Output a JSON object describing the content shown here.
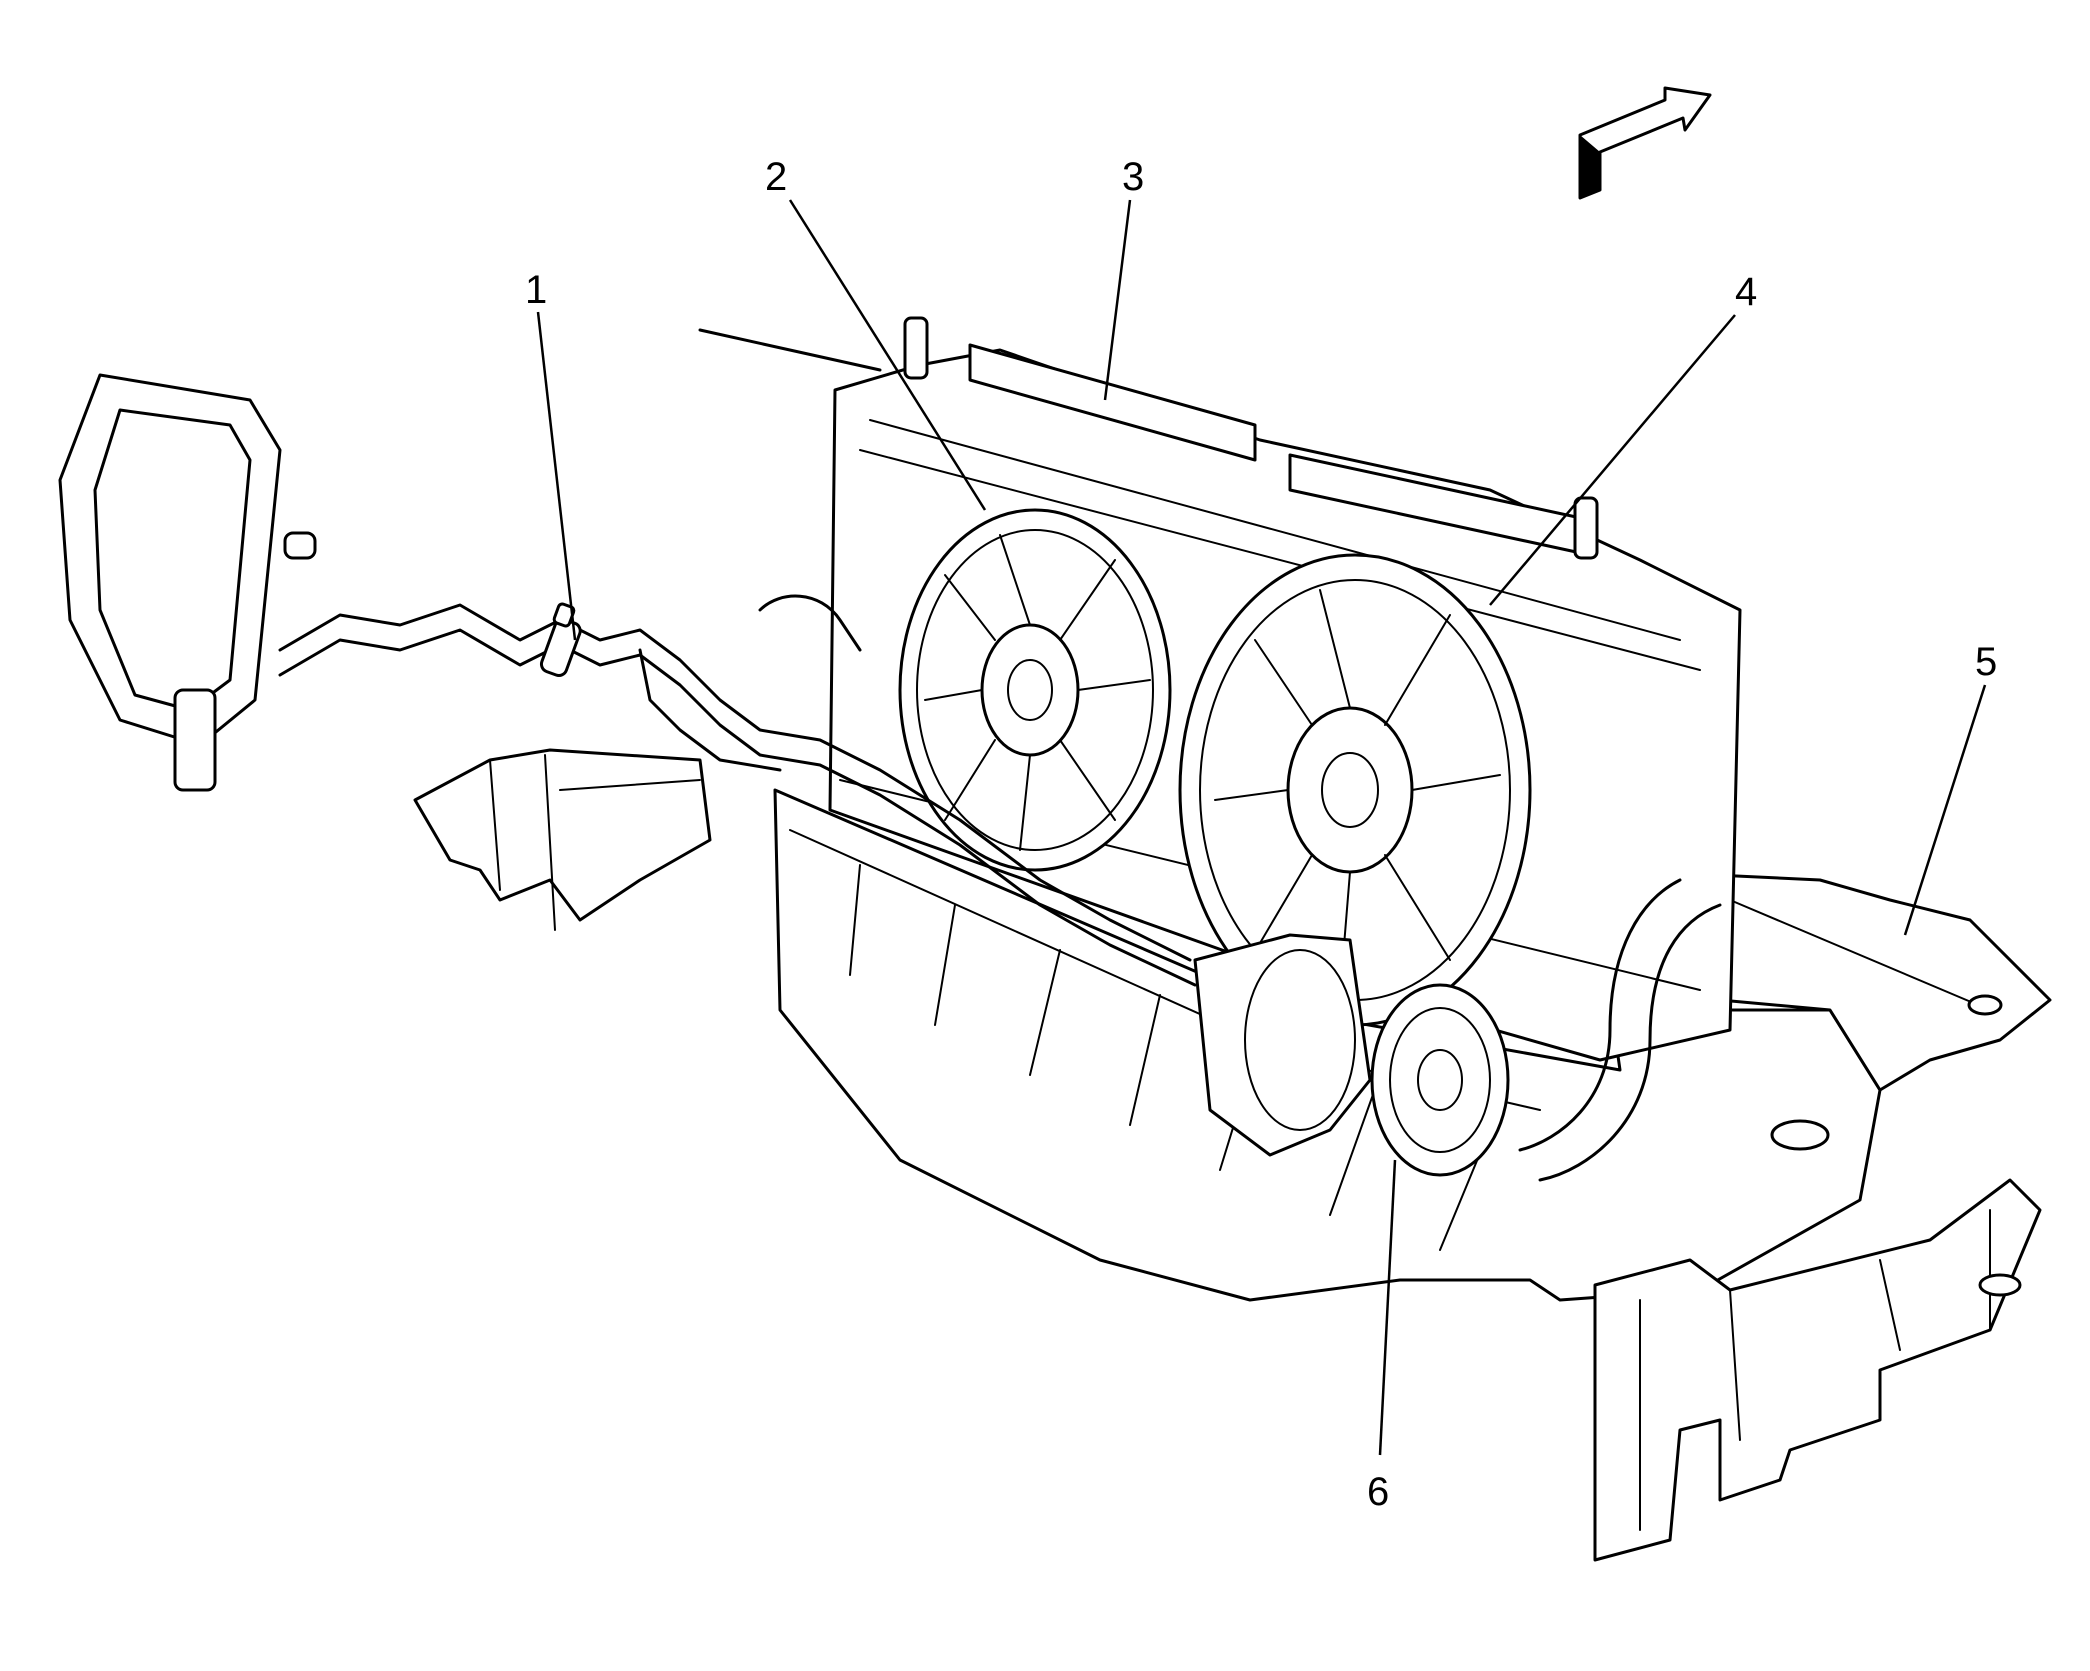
{
  "callouts": [
    {
      "id": "1",
      "text": "1"
    },
    {
      "id": "2",
      "text": "2"
    },
    {
      "id": "3",
      "text": "3"
    },
    {
      "id": "4",
      "text": "4"
    },
    {
      "id": "5",
      "text": "5"
    },
    {
      "id": "6",
      "text": "6"
    }
  ],
  "icons": {
    "direction": "front-direction-arrow-icon"
  },
  "colors": {
    "line": "#000000",
    "background": "#ffffff"
  }
}
